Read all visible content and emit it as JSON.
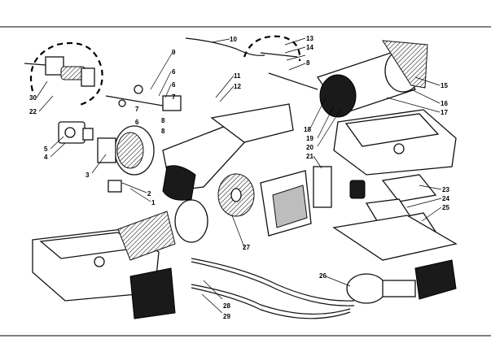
{
  "diagram": {
    "callouts": [
      {
        "id": "1",
        "label": "1"
      },
      {
        "id": "2",
        "label": "2"
      },
      {
        "id": "3",
        "label": "3"
      },
      {
        "id": "4",
        "label": "4"
      },
      {
        "id": "5",
        "label": "5"
      },
      {
        "id": "6a",
        "label": "6"
      },
      {
        "id": "6b",
        "label": "6"
      },
      {
        "id": "6c",
        "label": "6"
      },
      {
        "id": "7a",
        "label": "7"
      },
      {
        "id": "7b",
        "label": "7"
      },
      {
        "id": "8a",
        "label": "8"
      },
      {
        "id": "8b",
        "label": "8"
      },
      {
        "id": "8c",
        "label": "8"
      },
      {
        "id": "9",
        "label": "9"
      },
      {
        "id": "10",
        "label": "10"
      },
      {
        "id": "11",
        "label": "11"
      },
      {
        "id": "12",
        "label": "12"
      },
      {
        "id": "13",
        "label": "13"
      },
      {
        "id": "14",
        "label": "14"
      },
      {
        "id": "15",
        "label": "15"
      },
      {
        "id": "16",
        "label": "16"
      },
      {
        "id": "17",
        "label": "17"
      },
      {
        "id": "18",
        "label": "18"
      },
      {
        "id": "19",
        "label": "19"
      },
      {
        "id": "20",
        "label": "20"
      },
      {
        "id": "21",
        "label": "21"
      },
      {
        "id": "22",
        "label": "22"
      },
      {
        "id": "23",
        "label": "23"
      },
      {
        "id": "24",
        "label": "24"
      },
      {
        "id": "25",
        "label": "25"
      },
      {
        "id": "26",
        "label": "26"
      },
      {
        "id": "27",
        "label": "27"
      },
      {
        "id": "28",
        "label": "28"
      },
      {
        "id": "29",
        "label": "29"
      },
      {
        "id": "30",
        "label": "30"
      }
    ]
  }
}
